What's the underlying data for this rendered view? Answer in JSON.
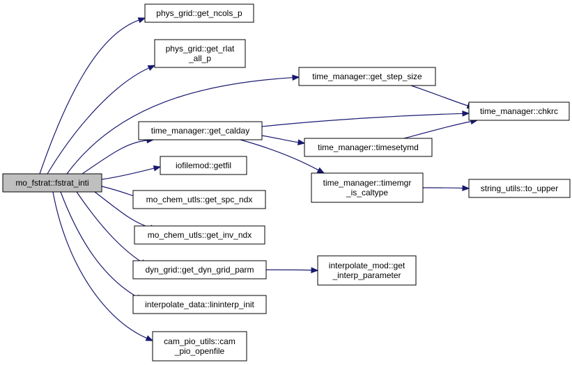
{
  "graph": {
    "edge_color": "#191970",
    "root_fill": "#bfbfbf",
    "nodes": [
      {
        "id": "root",
        "lines": [
          "mo_fstrat::fstrat_inti"
        ],
        "root": true
      },
      {
        "id": "ncols",
        "lines": [
          "phys_grid::get_ncols_p"
        ]
      },
      {
        "id": "rlat",
        "lines": [
          "phys_grid::get_rlat",
          "_all_p"
        ]
      },
      {
        "id": "stepsize",
        "lines": [
          "time_manager::get_step_size"
        ]
      },
      {
        "id": "chkrc",
        "lines": [
          "time_manager::chkrc"
        ]
      },
      {
        "id": "calday",
        "lines": [
          "time_manager::get_calday"
        ]
      },
      {
        "id": "timesetymd",
        "lines": [
          "time_manager::timesetymd"
        ]
      },
      {
        "id": "getfil",
        "lines": [
          "iofilemod::getfil"
        ]
      },
      {
        "id": "iscaltype",
        "lines": [
          "time_manager::timemgr",
          "_is_caltype"
        ]
      },
      {
        "id": "toupper",
        "lines": [
          "string_utils::to_upper"
        ]
      },
      {
        "id": "spcndx",
        "lines": [
          "mo_chem_utls::get_spc_ndx"
        ]
      },
      {
        "id": "invndx",
        "lines": [
          "mo_chem_utls::get_inv_ndx"
        ]
      },
      {
        "id": "dyngrid",
        "lines": [
          "dyn_grid::get_dyn_grid_parm"
        ]
      },
      {
        "id": "interpparam",
        "lines": [
          "interpolate_mod::get",
          "_interp_parameter"
        ]
      },
      {
        "id": "lininterp",
        "lines": [
          "interpolate_data::lininterp_init"
        ]
      },
      {
        "id": "openfile",
        "lines": [
          "cam_pio_utils::cam",
          "_pio_openfile"
        ]
      }
    ],
    "edges": [
      [
        "root",
        "ncols"
      ],
      [
        "root",
        "rlat"
      ],
      [
        "root",
        "stepsize"
      ],
      [
        "root",
        "calday"
      ],
      [
        "root",
        "getfil"
      ],
      [
        "root",
        "spcndx"
      ],
      [
        "root",
        "invndx"
      ],
      [
        "root",
        "dyngrid"
      ],
      [
        "root",
        "lininterp"
      ],
      [
        "root",
        "openfile"
      ],
      [
        "stepsize",
        "chkrc"
      ],
      [
        "calday",
        "chkrc"
      ],
      [
        "calday",
        "timesetymd"
      ],
      [
        "calday",
        "iscaltype"
      ],
      [
        "timesetymd",
        "chkrc"
      ],
      [
        "iscaltype",
        "toupper"
      ],
      [
        "dyngrid",
        "interpparam"
      ]
    ]
  }
}
